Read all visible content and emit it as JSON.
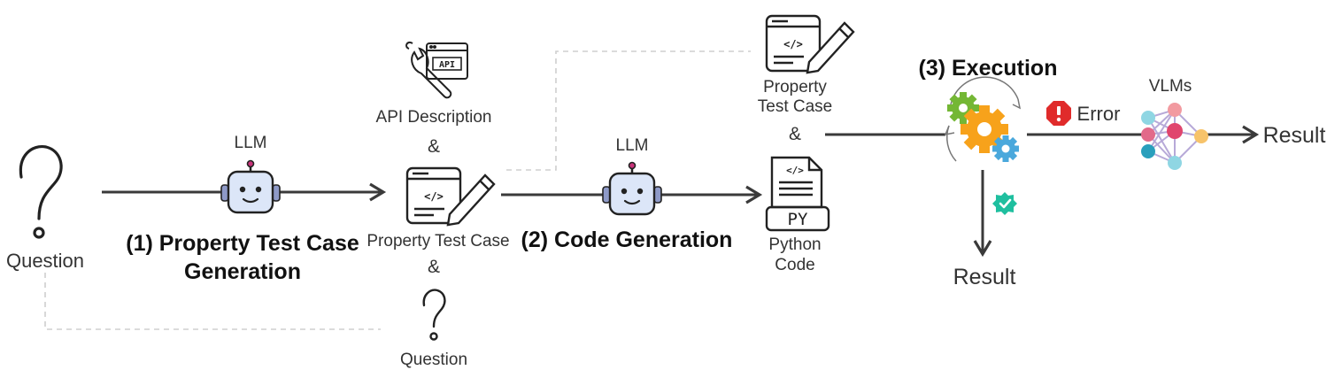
{
  "labels": {
    "question_left": "Question",
    "llm_1": "LLM",
    "step1_line1": "(1) Property Test Case",
    "step1_line2": "Generation",
    "api_description": "API Description",
    "amp_1": "&",
    "property_test_case_mid": "Property Test Case",
    "amp_2": "&",
    "question_bottom": "Question",
    "llm_2": "LLM",
    "step2": "(2) Code Generation",
    "ptc_top_line1": "Property",
    "ptc_top_line2": "Test Case",
    "amp_3": "&",
    "python_line1": "Python",
    "python_line2": "Code",
    "step3": "(3) Execution",
    "error": "Error",
    "vlms": "VLMs",
    "result_right": "Result",
    "result_bottom": "Result"
  },
  "icons": {
    "question": "question-mark-icon",
    "robot": "robot-icon",
    "api": "api-wrench-icon",
    "code_doc": "code-document-pencil-icon",
    "python_file": "python-file-icon",
    "gears": "gears-icon",
    "error": "error-octagon-icon",
    "success": "check-circle-icon",
    "network": "neural-network-icon"
  },
  "colors": {
    "arrow": "#3a3a3a",
    "dashed": "#cfcfcf",
    "robot_body": "#dce6f8",
    "robot_accent": "#c8337a",
    "gear_orange": "#f7a21b",
    "gear_green": "#74b735",
    "gear_blue": "#4aa8dc",
    "error_red": "#e02b2b",
    "success_teal": "#1fbf9f"
  }
}
